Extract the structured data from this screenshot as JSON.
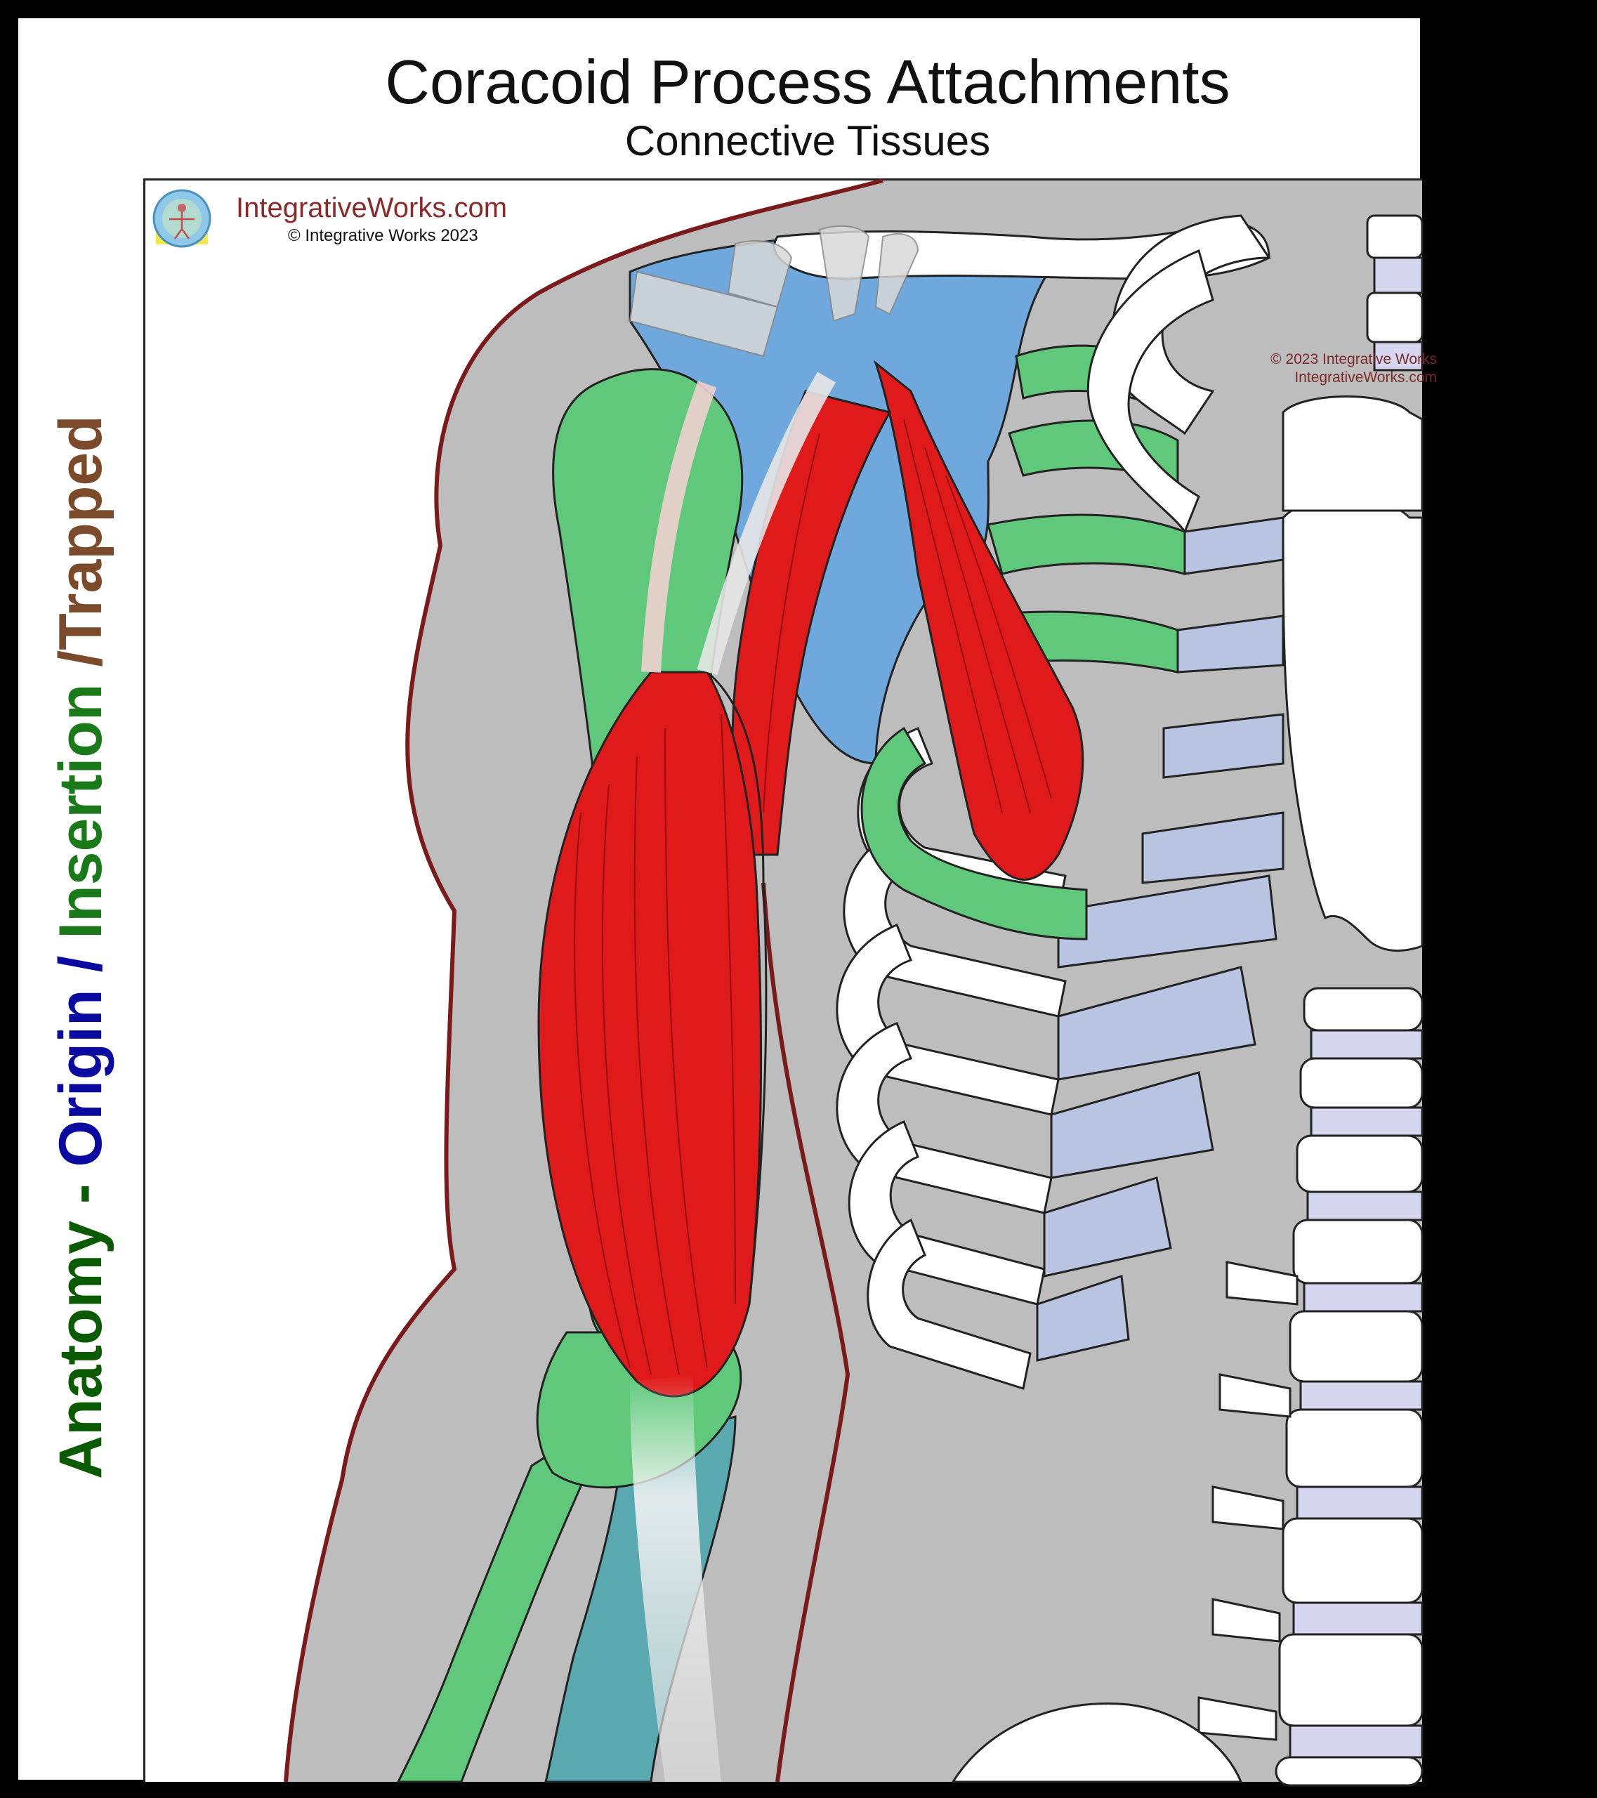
{
  "title": "Coracoid Process Attachments",
  "subtitle": "Connective Tissues",
  "side_title": {
    "part1": "Anatomy - ",
    "part2": "Origin",
    "part3": " / ",
    "part4": "Insertion",
    "part5": " /Trapped"
  },
  "brand": {
    "site": "IntegrativeWorks.com",
    "copyright": "© Integrative Works 2023",
    "watermark_line1": "© 2023 Integrative Works",
    "watermark_line2": "IntegrativeWorks.com"
  },
  "colors": {
    "origin": "#0a0aa0",
    "insertion": "#1a7a1a",
    "trapped": "#7a4a2a",
    "muscle": "#e01a1a",
    "bone": "#ffffff",
    "cartilage": "#b8c4e2",
    "scapula": "#6fa8dc",
    "insertion_bone": "#5fc87a",
    "skin_outline": "#7a1a1a"
  }
}
